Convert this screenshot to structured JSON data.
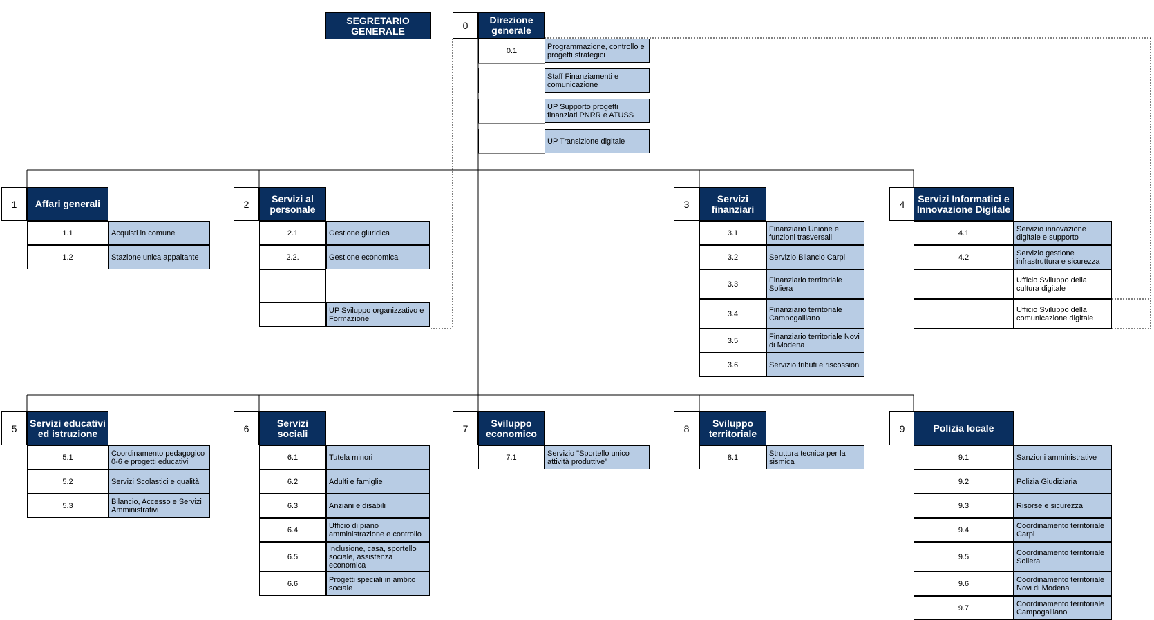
{
  "segretario": "SEGRETARIO\nGENERALE",
  "direzione": {
    "num": "0",
    "title": "Direzione\ngenerale",
    "items": [
      {
        "code": "0.1",
        "label": "Programmazione, controllo e progetti strategici"
      },
      {
        "code": "",
        "label": "Staff Finanziamenti e comunicazione"
      },
      {
        "code": "",
        "label": "UP Supporto progetti finanziati PNRR e ATUSS"
      },
      {
        "code": "",
        "label": "UP Transizione digitale"
      }
    ]
  },
  "units": [
    {
      "num": "1",
      "title": "Affari generali",
      "items": [
        {
          "code": "1.1",
          "label": "Acquisti in comune"
        },
        {
          "code": "1.2",
          "label": "Stazione unica appaltante"
        }
      ]
    },
    {
      "num": "2",
      "title": "Servizi al\npersonale",
      "items": [
        {
          "code": "2.1",
          "label": "Gestione giuridica"
        },
        {
          "code": "2.2.",
          "label": "Gestione economica"
        },
        {
          "code": "",
          "label": ""
        },
        {
          "code": "",
          "label": "UP Sviluppo organizzativo e Formazione"
        }
      ]
    },
    {
      "num": "3",
      "title": "Servizi\nfinanziari",
      "items": [
        {
          "code": "3.1",
          "label": "Finanziario Unione e funzioni trasversali"
        },
        {
          "code": "3.2",
          "label": "Servizio Bilancio Carpi"
        },
        {
          "code": "3.3",
          "label": "Finanziario territoriale Soliera"
        },
        {
          "code": "3.4",
          "label": "Finanziario territoriale Campogalliano"
        },
        {
          "code": "3.5",
          "label": "Finanziario territoriale Novi di Modena"
        },
        {
          "code": "3.6",
          "label": "Servizio tributi e riscossioni"
        }
      ]
    },
    {
      "num": "4",
      "title": "Servizi Informatici e\nInnovazione Digitale",
      "items": [
        {
          "code": "4.1",
          "label": "Servizio innovazione digitale e supporto"
        },
        {
          "code": "4.2",
          "label": "Servizio gestione infrastruttura e sicurezza"
        },
        {
          "code": "",
          "label": "Ufficio Sviluppo della cultura digitale"
        },
        {
          "code": "",
          "label": "Ufficio Sviluppo della comunicazione digitale"
        }
      ]
    },
    {
      "num": "5",
      "title": "Servizi educativi\ned istruzione",
      "items": [
        {
          "code": "5.1",
          "label": "Coordinamento pedagogico 0-6 e progetti educativi"
        },
        {
          "code": "5.2",
          "label": "Servizi Scolastici e qualità"
        },
        {
          "code": "5.3",
          "label": "Bilancio, Accesso e Servizi Amministrativi"
        }
      ]
    },
    {
      "num": "6",
      "title": "Servizi\nsociali",
      "items": [
        {
          "code": "6.1",
          "label": "Tutela minori"
        },
        {
          "code": "6.2",
          "label": "Adulti e famiglie"
        },
        {
          "code": "6.3",
          "label": "Anziani e disabili"
        },
        {
          "code": "6.4",
          "label": "Ufficio di piano amministrazione e controllo"
        },
        {
          "code": "6.5",
          "label": "Inclusione, casa, sportello sociale, assistenza economica"
        },
        {
          "code": "6.6",
          "label": "Progetti speciali in ambito sociale"
        }
      ]
    },
    {
      "num": "7",
      "title": "Sviluppo\neconomico",
      "items": [
        {
          "code": "7.1",
          "label": "Servizio \"Sportello unico attività produttive\""
        }
      ]
    },
    {
      "num": "8",
      "title": "Sviluppo\nterritoriale",
      "items": [
        {
          "code": "8.1",
          "label": "Struttura tecnica per la sismica"
        }
      ]
    },
    {
      "num": "9",
      "title": "Polizia locale",
      "items": [
        {
          "code": "9.1",
          "label": "Sanzioni amministrative"
        },
        {
          "code": "9.2",
          "label": "Polizia Giudiziaria"
        },
        {
          "code": "9.3",
          "label": "Risorse e sicurezza"
        },
        {
          "code": "9.4",
          "label": "Coordinamento territoriale Carpi"
        },
        {
          "code": "9.5",
          "label": "Coordinamento territoriale Soliera"
        },
        {
          "code": "9.6",
          "label": "Coordinamento territoriale Novi di Modena"
        },
        {
          "code": "9.7",
          "label": "Coordinamento territoriale Campogalliano"
        }
      ]
    }
  ]
}
